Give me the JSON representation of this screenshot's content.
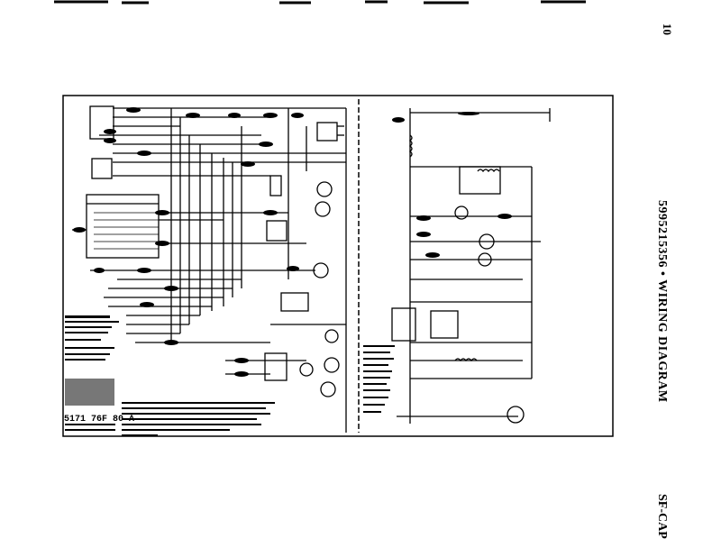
{
  "page_number": "10",
  "title": "5995215356 • WIRING DIAGRAM",
  "footer": "SF-CAP",
  "part_number": "5171 76F 80 A"
}
